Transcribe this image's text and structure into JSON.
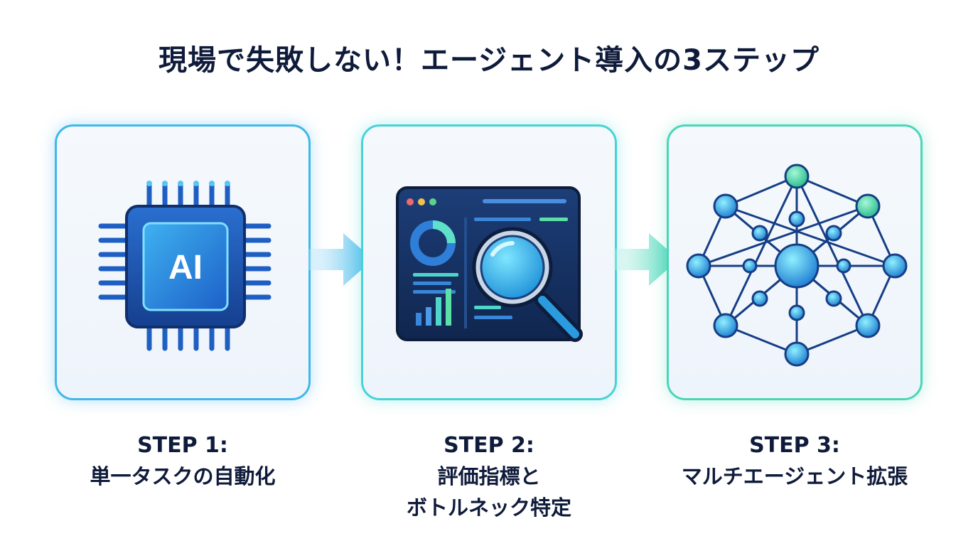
{
  "title": "現場で失敗しない！エージェント導入の3ステップ",
  "steps": [
    {
      "step": "STEP 1:",
      "desc": "単一タスクの自動化",
      "icon": "ai-chip-icon",
      "icon_text": "AI",
      "accent": "#3fb7ea"
    },
    {
      "step": "STEP 2:",
      "desc": "評価指標と\nボトルネック特定",
      "icon": "dashboard-magnifier-icon",
      "accent": "#47d3d6"
    },
    {
      "step": "STEP 3:",
      "desc": "マルチエージェント拡張",
      "icon": "network-icon",
      "accent": "#4ad6b6"
    }
  ],
  "colors": {
    "title": "#0f1b3a",
    "arrow_start": "#7fd3f2",
    "arrow_end": "#4fd6c0",
    "chip": "#1f6fd6",
    "node": "#2ab3e8"
  }
}
